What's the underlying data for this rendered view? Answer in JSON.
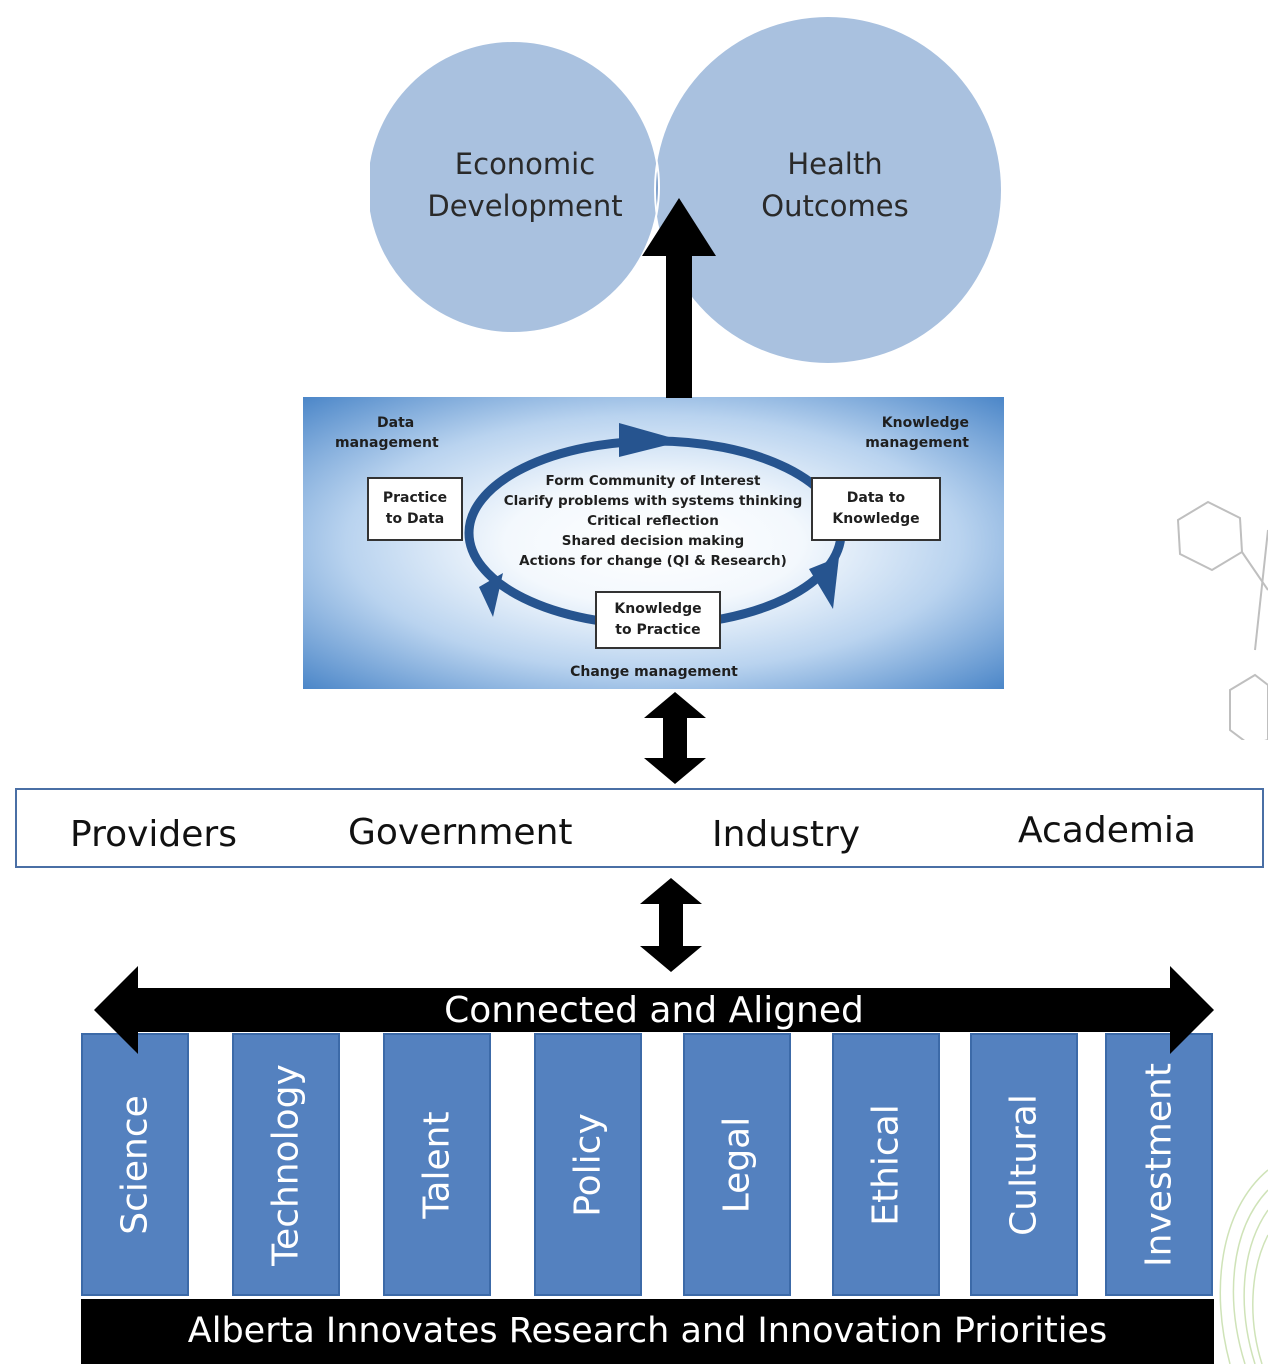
{
  "venn": {
    "left": {
      "line1": "Economic",
      "line2": "Development"
    },
    "right": {
      "line1": "Health",
      "line2": "Outcomes"
    }
  },
  "cycle": {
    "corner_tl": {
      "line1": "Data",
      "line2": "management"
    },
    "corner_tr": {
      "line1": "Knowledge",
      "line2": "management"
    },
    "bottom_label": "Change management",
    "box_left": {
      "line1": "Practice",
      "line2": "to Data"
    },
    "box_right": {
      "line1": "Data to",
      "line2": "Knowledge"
    },
    "box_bottom": {
      "line1": "Knowledge",
      "line2": "to Practice"
    },
    "center": [
      "Form Community of Interest",
      "Clarify problems with systems thinking",
      "Critical reflection",
      "Shared decision making",
      "Actions for change (QI & Research)"
    ]
  },
  "stakeholders": [
    "Providers",
    "Government",
    "Industry",
    "Academia"
  ],
  "connected_label": "Connected and Aligned",
  "pillars": [
    "Science",
    "Technology",
    "Talent",
    "Policy",
    "Legal",
    "Ethical",
    "Cultural",
    "Investment"
  ],
  "base_label": "Alberta Innovates Research and Innovation Priorities",
  "colors": {
    "venn_circle": "#a9c1df",
    "venn_overlap": "#7ea0cc",
    "pillar": "#5481bf",
    "arrow": "#000000"
  }
}
